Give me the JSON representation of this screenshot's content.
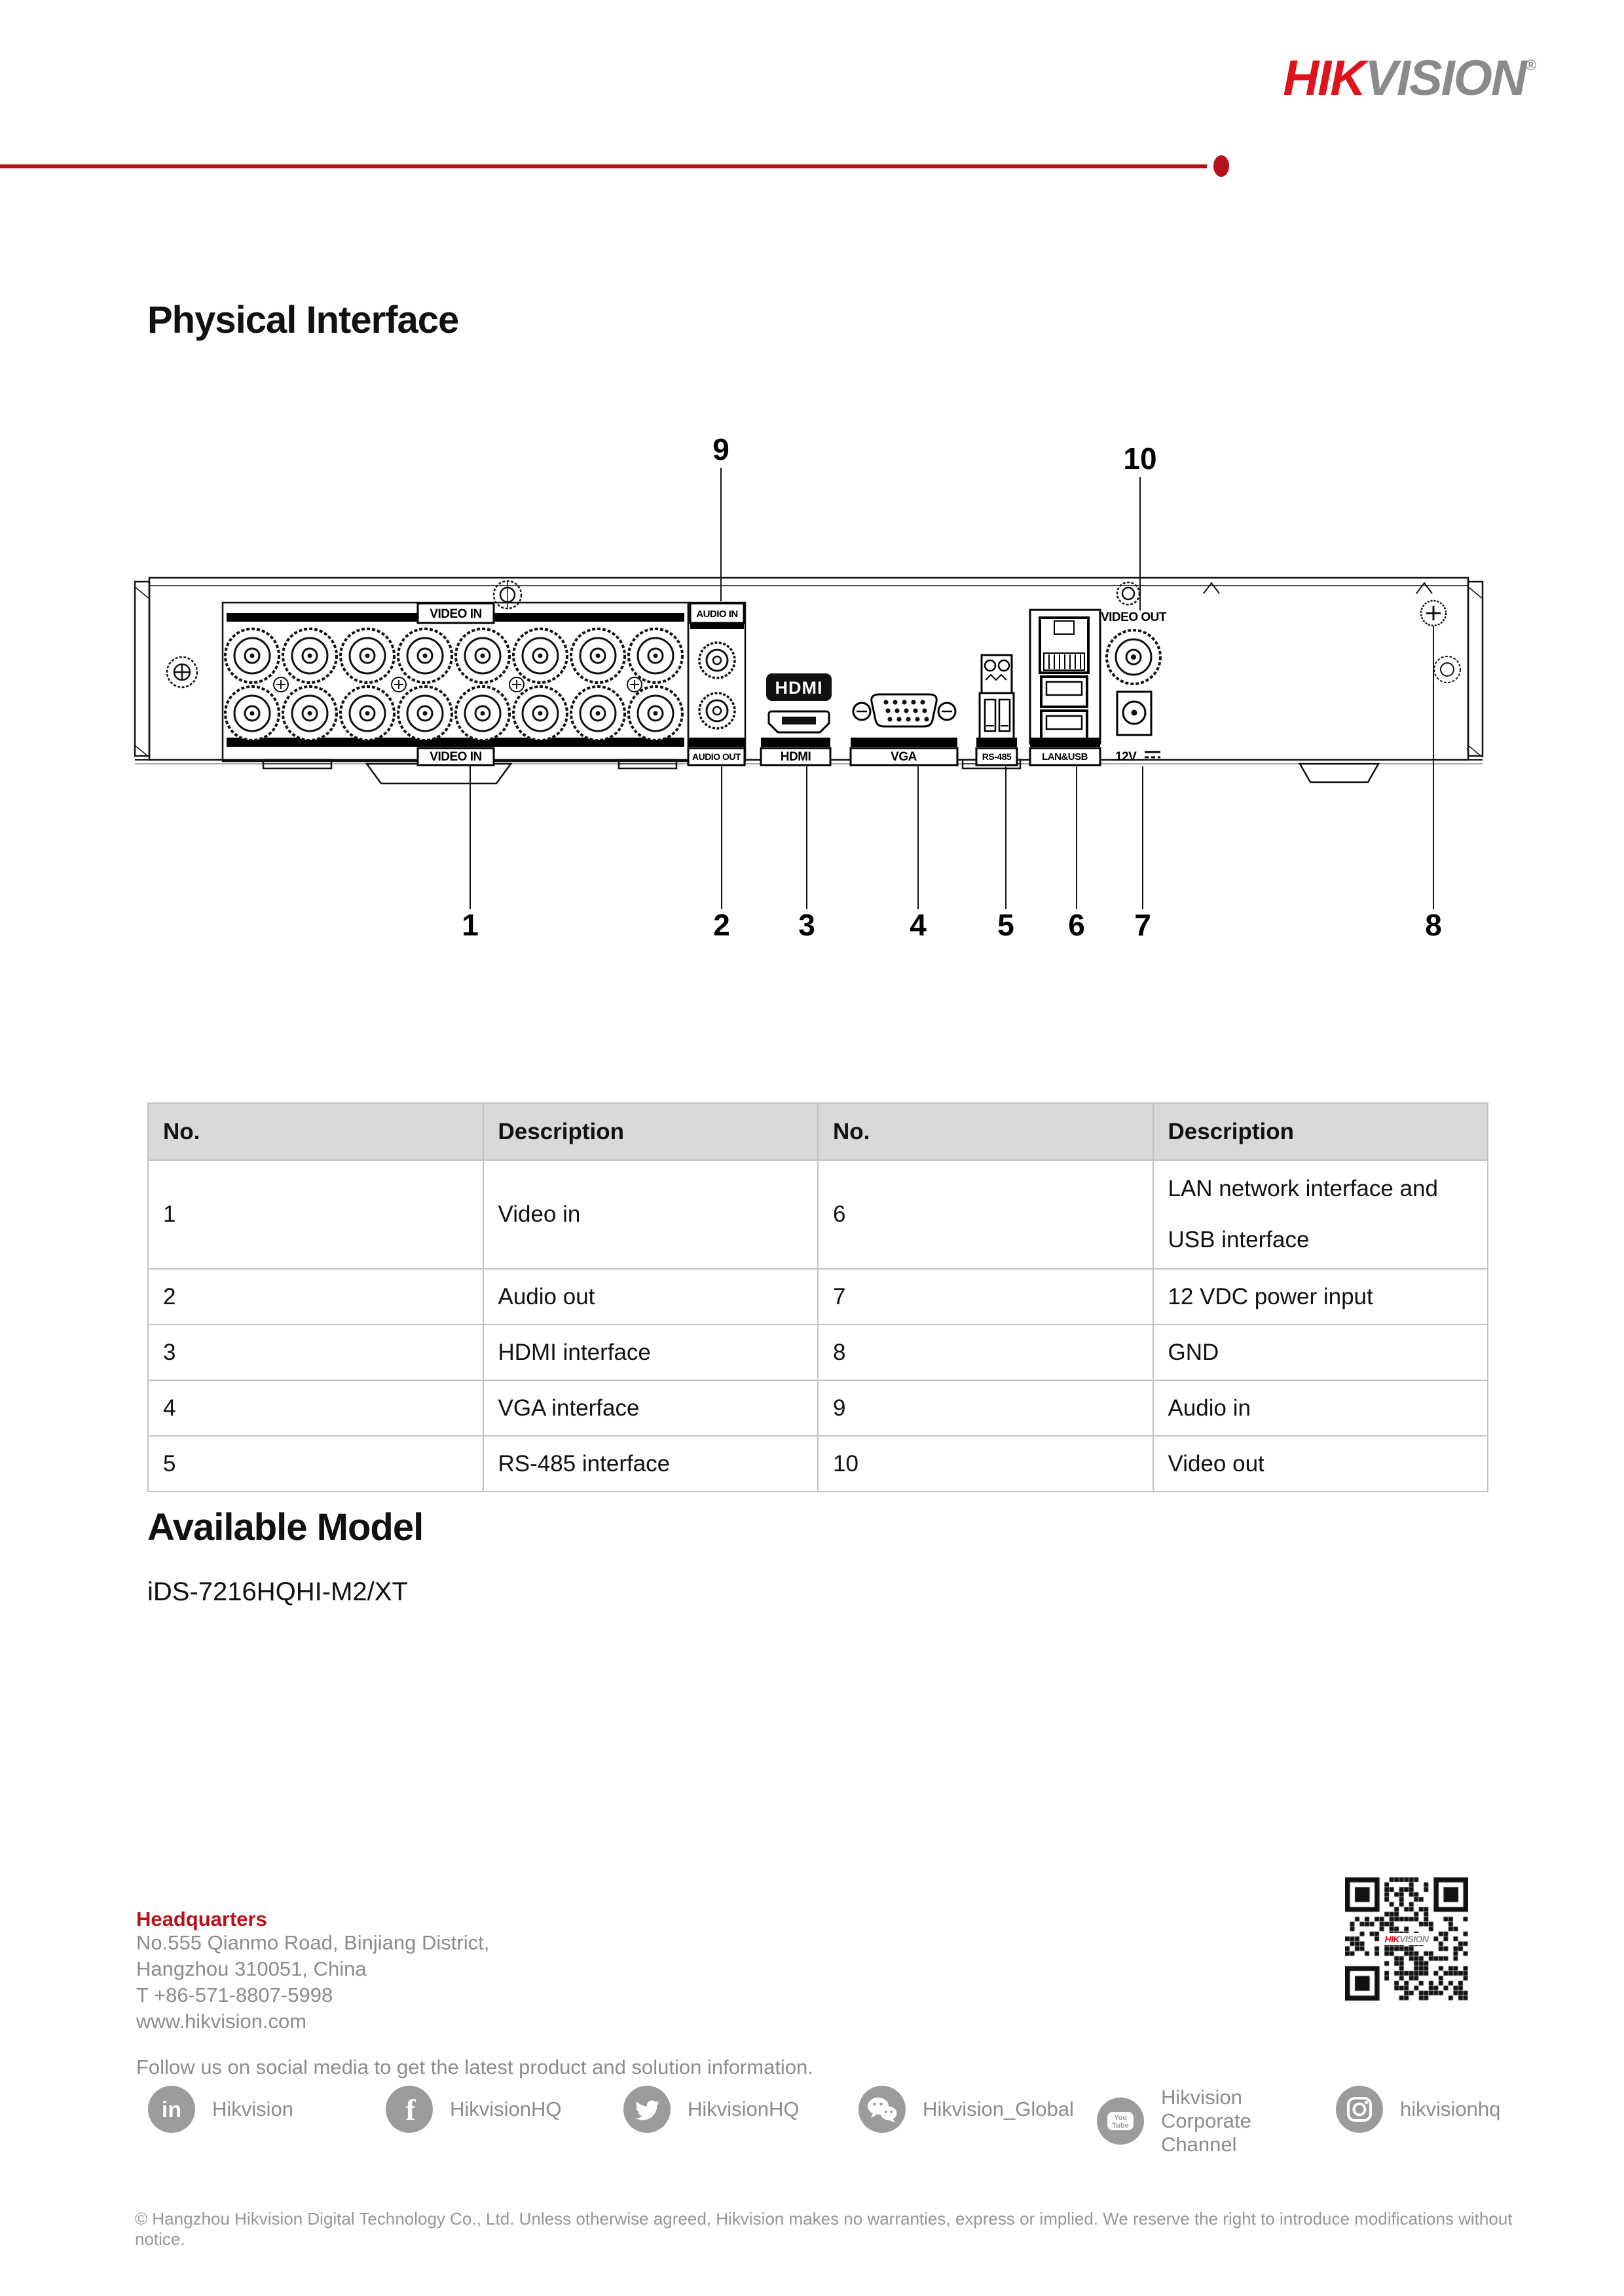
{
  "brand": {
    "logo_hik": "HIK",
    "logo_vision": "VISION",
    "logo_reg": "®"
  },
  "sections": {
    "physical_interface_title": "Physical Interface",
    "available_model_title": "Available Model",
    "available_model": "iDS-7216HQHI-M2/XT"
  },
  "diagram": {
    "labels": {
      "video_in_top": "VIDEO IN",
      "video_in_bottom": "VIDEO IN",
      "audio_in": "AUDIO IN",
      "audio_out": "AUDIO OUT",
      "hdmi_logo": "HDMI",
      "hdmi": "HDMI",
      "vga": "VGA",
      "rs485": "RS-485",
      "lan_usb": "LAN&USB",
      "power_12v": "12V",
      "video_out": "VIDEO OUT"
    },
    "callout_numbers": [
      "1",
      "2",
      "3",
      "4",
      "5",
      "6",
      "7",
      "8",
      "9",
      "10"
    ]
  },
  "table": {
    "headers": [
      "No.",
      "Description",
      "No.",
      "Description"
    ],
    "rows": [
      [
        "1",
        "Video in",
        "6",
        "LAN network interface and USB interface"
      ],
      [
        "2",
        "Audio out",
        "7",
        "12 VDC power input"
      ],
      [
        "3",
        "HDMI interface",
        "8",
        "GND"
      ],
      [
        "4",
        "VGA interface",
        "9",
        "Audio in"
      ],
      [
        "5",
        "RS-485 interface",
        "10",
        "Video out"
      ]
    ]
  },
  "footer": {
    "hq_title": "Headquarters",
    "address_lines": [
      "No.555 Qianmo Road, Binjiang District,",
      "Hangzhou 310051, China",
      "T +86-571-8807-5998",
      "www.hikvision.com"
    ],
    "follow_text": "Follow us on social media to get the latest product and solution information.",
    "social": [
      {
        "icon": "linkedin",
        "label": "Hikvision"
      },
      {
        "icon": "facebook",
        "label": "HikvisionHQ"
      },
      {
        "icon": "twitter",
        "label": "HikvisionHQ"
      },
      {
        "icon": "wechat",
        "label": "Hikvision_Global"
      },
      {
        "icon": "youtube",
        "label": "Hikvision Corporate Channel"
      },
      {
        "icon": "instagram",
        "label": "hikvisionhq"
      }
    ],
    "legal": "© Hangzhou Hikvision Digital Technology Co., Ltd. Unless otherwise agreed, Hikvision makes no warranties, express or implied. We reserve the right to introduce modifications without notice."
  },
  "colors": {
    "accent": "#b5121b",
    "logo_red": "#e0121b",
    "logo_gray": "#8a8a8a",
    "table_header_bg": "#d9d9d9"
  }
}
